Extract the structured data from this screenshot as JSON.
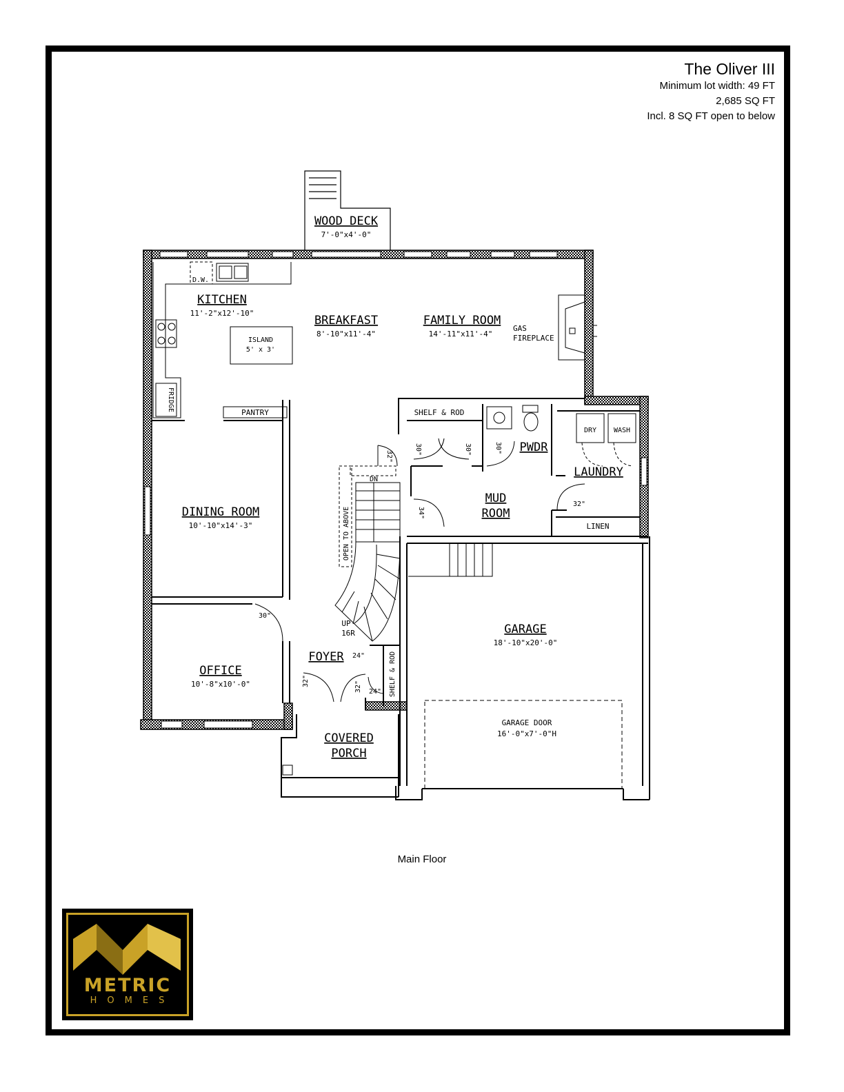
{
  "title": {
    "name": "The Oliver III",
    "lot_width": "Minimum lot width: 49 FT",
    "sq_ft": "2,685 SQ FT",
    "open_below": "Incl. 8 SQ FT open to below"
  },
  "rooms": {
    "wood_deck": {
      "name": "WOOD DECK",
      "size": "7'-0\"x4'-0\""
    },
    "kitchen": {
      "name": "KITCHEN",
      "size": "11'-2\"x12'-10\""
    },
    "breakfast": {
      "name": "BREAKFAST",
      "size": "8'-10\"x11'-4\""
    },
    "family_room": {
      "name": "FAMILY ROOM",
      "size": "14'-11\"x11'-4\""
    },
    "dining_room": {
      "name": "DINING ROOM",
      "size": "10'-10\"x14'-3\""
    },
    "office": {
      "name": "OFFICE",
      "size": "10'-8\"x10'-0\""
    },
    "garage": {
      "name": "GARAGE",
      "size": "18'-10\"x20'-0\""
    },
    "mud_room": {
      "name1": "MUD",
      "name2": "ROOM"
    },
    "covered_porch": {
      "name1": "COVERED",
      "name2": "PORCH"
    },
    "foyer": {
      "name": "FOYER"
    },
    "pwdr": {
      "name": "PWDR"
    },
    "laundry": {
      "name": "LAUNDRY"
    }
  },
  "fixtures": {
    "dw": "D.W.",
    "island": "ISLAND",
    "island_size": "5' x 3'",
    "fridge": "FRIDGE",
    "pantry": "PANTRY",
    "gas": "GAS",
    "fireplace": "FIREPLACE",
    "shelf_rod": "SHELF & ROD",
    "dry": "DRY",
    "wash": "WASH",
    "linen": "LINEN",
    "dn": "DN",
    "up": "UP",
    "risers": "16R",
    "open_above": "OPEN TO ABOVE",
    "garage_door": "GARAGE DOOR",
    "garage_door_size": "16'-0\"x7'-0\"H"
  },
  "doors": {
    "d32": "32\"",
    "d30": "30\"",
    "d34": "34\"",
    "d24": "24\""
  },
  "caption": "Main Floor",
  "logo": {
    "word1": "METRIC",
    "word2": "HOMES"
  },
  "colors": {
    "wall": "#000000",
    "logo_gold": "#c9a227"
  }
}
